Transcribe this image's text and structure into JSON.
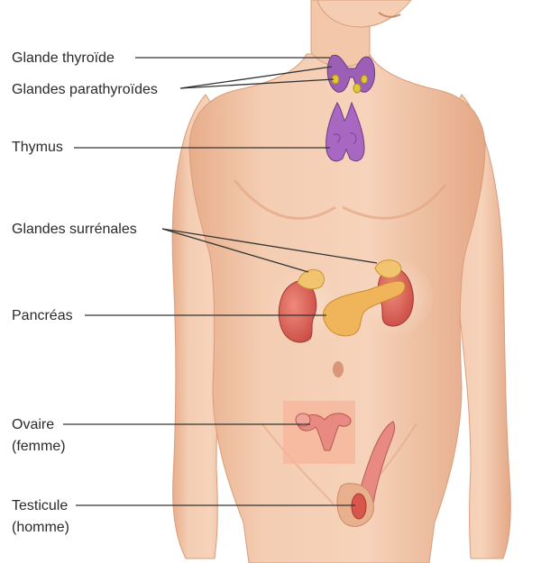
{
  "labels": {
    "thyroid": "Glande thyroïde",
    "parathyroids": "Glandes parathyroïdes",
    "thymus": "Thymus",
    "adrenals": "Glandes surrénales",
    "pancreas": "Pancréas",
    "ovary_line1": "Ovaire",
    "ovary_line2": "(femme)",
    "testis_line1": "Testicule",
    "testis_line2": "(homme)"
  },
  "colors": {
    "skin": "#f0c3a4",
    "skin_shadow": "#d99d7b",
    "thyroid": "#9b5fb5",
    "parathyroid": "#e3c53a",
    "thymus": "#a867c1",
    "adrenal": "#f2c470",
    "kidney": "#d9564c",
    "pancreas": "#f0b45a",
    "reproductive": "#e88a82",
    "line": "#333333"
  }
}
